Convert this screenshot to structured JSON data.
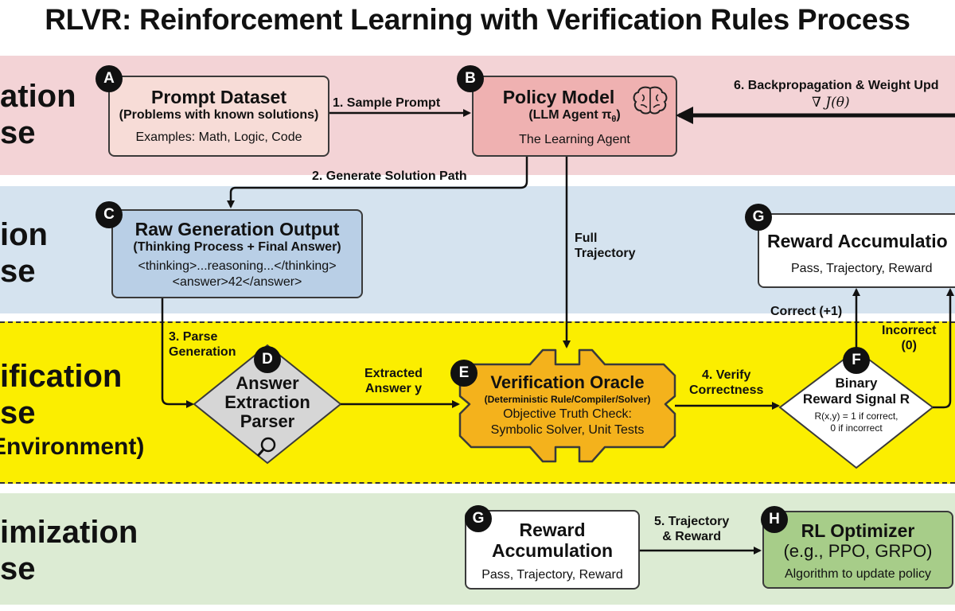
{
  "title": "RLVR: Reinforcement Learning with Verification Rules Process",
  "phases": {
    "p1": {
      "line1": "ation",
      "line2": "se"
    },
    "p2": {
      "line1": "ion",
      "line2": "se"
    },
    "p3": {
      "line1": "ification",
      "line2": "se",
      "line3": "Environment)"
    },
    "p4": {
      "line1": "imization",
      "line2": "se"
    }
  },
  "nodes": {
    "A": {
      "badge": "A",
      "title": "Prompt Dataset",
      "subtitle": "(Problems with known solutions)",
      "text": "Examples: Math, Logic, Code"
    },
    "B": {
      "badge": "B",
      "title": "Policy Model",
      "subtitle": "(LLM Agent π",
      "subscript": "θ",
      "subtitle_end": ")",
      "text": "The Learning Agent"
    },
    "C": {
      "badge": "C",
      "title": "Raw Generation Output",
      "subtitle": "(Thinking Process + Final Answer)",
      "line1": "<thinking>...reasoning...</thinking>",
      "line2": "<answer>42</answer>"
    },
    "D": {
      "badge": "D",
      "line1": "Answer",
      "line2": "Extraction",
      "line3": "Parser"
    },
    "E": {
      "badge": "E",
      "title": "Verification Oracle",
      "subtitle": "(Deterministic Rule/Compiler/Solver)",
      "line1": "Objective Truth Check:",
      "line2": "Symbolic Solver, Unit Tests"
    },
    "F": {
      "badge": "F",
      "line1": "Binary",
      "line2": "Reward Signal R",
      "formula1": "R(x,y) = 1 if correct,",
      "formula2": "0 if incorrect"
    },
    "G_top": {
      "badge": "G",
      "title": "Reward Accumulatio",
      "text": "Pass, Trajectory, Reward"
    },
    "G_bottom": {
      "badge": "G",
      "line1": "Reward",
      "line2": "Accumulation",
      "text": "Pass, Trajectory, Reward"
    },
    "H": {
      "badge": "H",
      "title": "RL Optimizer",
      "subtitle": "(e.g., PPO, GRPO)",
      "text": "Algorithm to update policy"
    }
  },
  "edges": {
    "e1": "1. Sample Prompt",
    "e2": "2. Generate Solution Path",
    "e3_1": "3. Parse",
    "e3_2": "Generation",
    "extracted_1": "Extracted",
    "extracted_2": "Answer y",
    "e4_1": "4. Verify",
    "e4_2": "Correctness",
    "e5_1": "5. Trajectory",
    "e5_2": "& Reward",
    "e6": "6. Backpropagation & Weight Upd",
    "e6_formula": "∇ J(θ)",
    "traj_1": "Full",
    "traj_2": "Trajectory",
    "correct": "Correct (+1)",
    "incorrect_1": "Incorrect",
    "incorrect_2": "(0)"
  },
  "colors": {
    "band1": "#f3d3d6",
    "band2": "#d5e3ef",
    "band3": "#fbee00",
    "band4": "#dcebd3",
    "box_A": "#f7dcd7",
    "box_B": "#efb1b1",
    "box_C": "#b9cfe6",
    "box_D": "#d6d6d6",
    "box_E": "#f4b21c",
    "box_H": "#a7cd89"
  }
}
